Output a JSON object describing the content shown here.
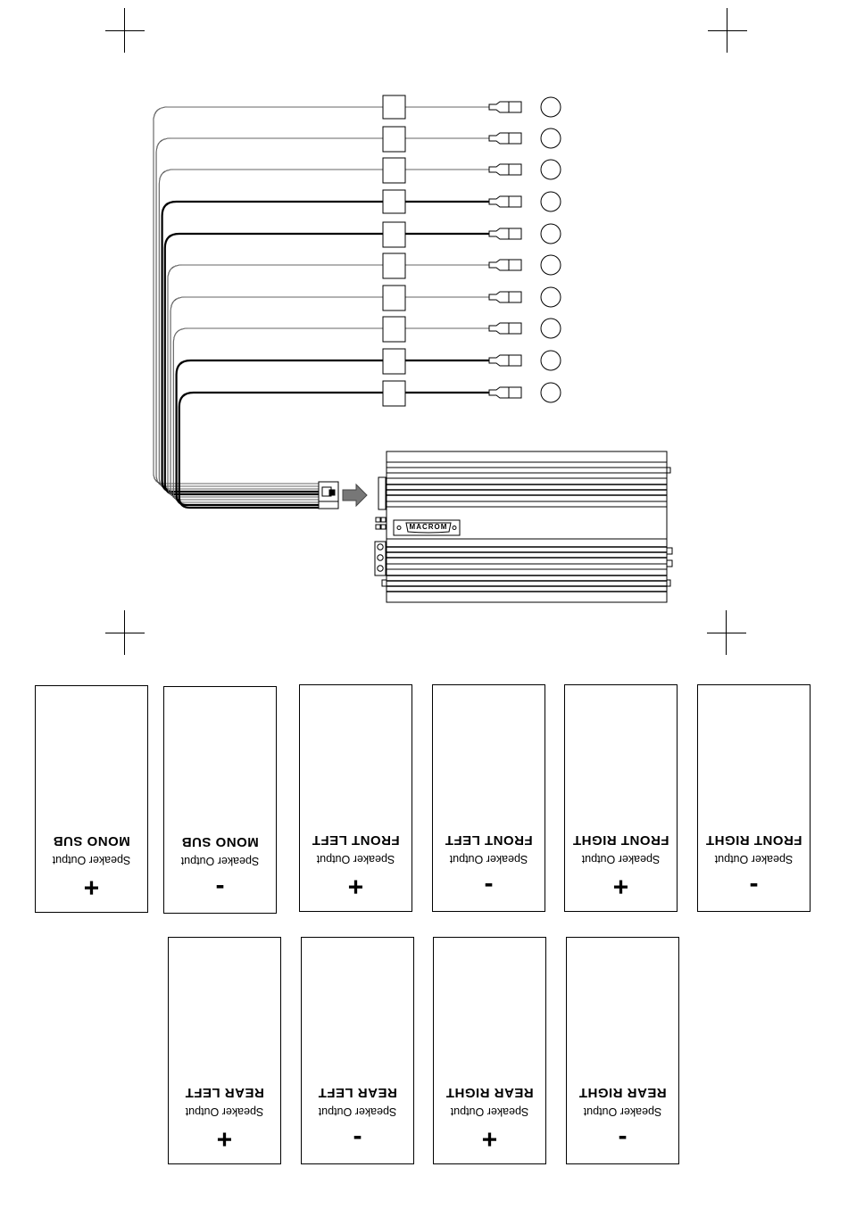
{
  "amplifier": {
    "brand": "MACROM"
  },
  "labels": [
    {
      "sign": "+",
      "sub": "Speaker Output",
      "name": "MONO SUB"
    },
    {
      "sign": "-",
      "sub": "Speaker Output",
      "name": "MONO SUB"
    },
    {
      "sign": "+",
      "sub": "Speaker Output",
      "name": "FRONT LEFT"
    },
    {
      "sign": "-",
      "sub": "Speaker Output",
      "name": "FRONT LEFT"
    },
    {
      "sign": "+",
      "sub": "Speaker Output",
      "name": "FRONT RIGHT"
    },
    {
      "sign": "-",
      "sub": "Speaker Output",
      "name": "FRONT RIGHT"
    },
    {
      "sign": "+",
      "sub": "Speaker Output",
      "name": "REAR LEFT"
    },
    {
      "sign": "-",
      "sub": "Speaker Output",
      "name": "REAR LEFT"
    },
    {
      "sign": "+",
      "sub": "Speaker Output",
      "name": "REAR RIGHT"
    },
    {
      "sign": "-",
      "sub": "Speaker Output",
      "name": "REAR RIGHT"
    }
  ]
}
